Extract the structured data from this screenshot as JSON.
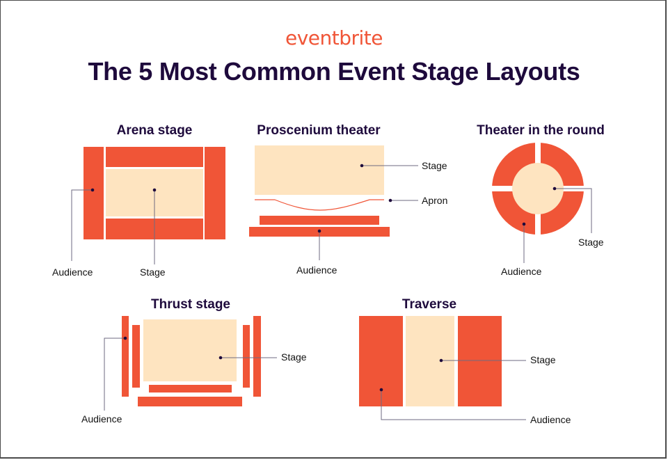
{
  "header": {
    "logo": "eventbrite",
    "title": "The 5 Most Common Event Stage Layouts"
  },
  "colors": {
    "audience": "#f05537",
    "stage": "#fee4c0",
    "title": "#1e0a3c",
    "leader_line": "#6e6a80"
  },
  "layouts": [
    {
      "name": "Arena stage",
      "labels": {
        "audience": "Audience",
        "stage": "Stage"
      }
    },
    {
      "name": "Proscenium theater",
      "labels": {
        "stage": "Stage",
        "apron": "Apron",
        "audience": "Audience"
      }
    },
    {
      "name": "Theater in the round",
      "labels": {
        "stage": "Stage",
        "audience": "Audience"
      }
    },
    {
      "name": "Thrust stage",
      "labels": {
        "stage": "Stage",
        "audience": "Audience"
      }
    },
    {
      "name": "Traverse",
      "labels": {
        "stage": "Stage",
        "audience": "Audience"
      }
    }
  ]
}
